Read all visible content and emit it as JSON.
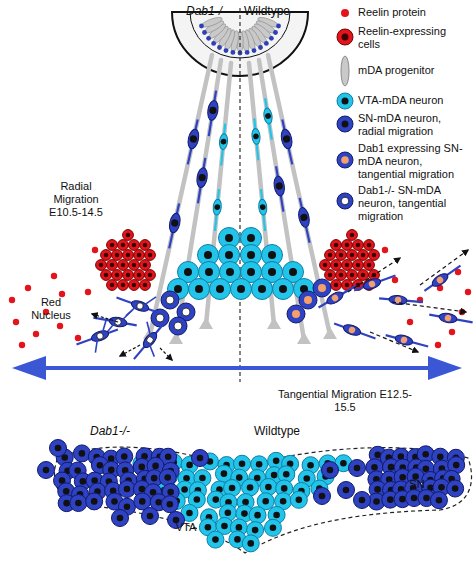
{
  "diagram": {
    "labels": [
      "Dab1-/-",
      "Wildtype",
      "Radial Migration E10.5-14.5",
      "Red Nucleus",
      "Tangential Migration E12.5-15.5",
      "Dab1-/-",
      "Wildtype",
      "VTA",
      "SN"
    ],
    "legend": [
      {
        "text": "Reelin protein",
        "color": "#e3141b"
      },
      {
        "text": "Reelin-expressing cells"
      },
      {
        "text": "mDA progenitor"
      },
      {
        "text": "VTA-mDA neuron"
      },
      {
        "text": "SN-mDA neuron, radial migration"
      },
      {
        "text": "Dab1 expressing SN-mDA neuron, tangential migration"
      },
      {
        "text": "Dab1-/- SN-mDA neuron, tangential migration"
      }
    ]
  }
}
